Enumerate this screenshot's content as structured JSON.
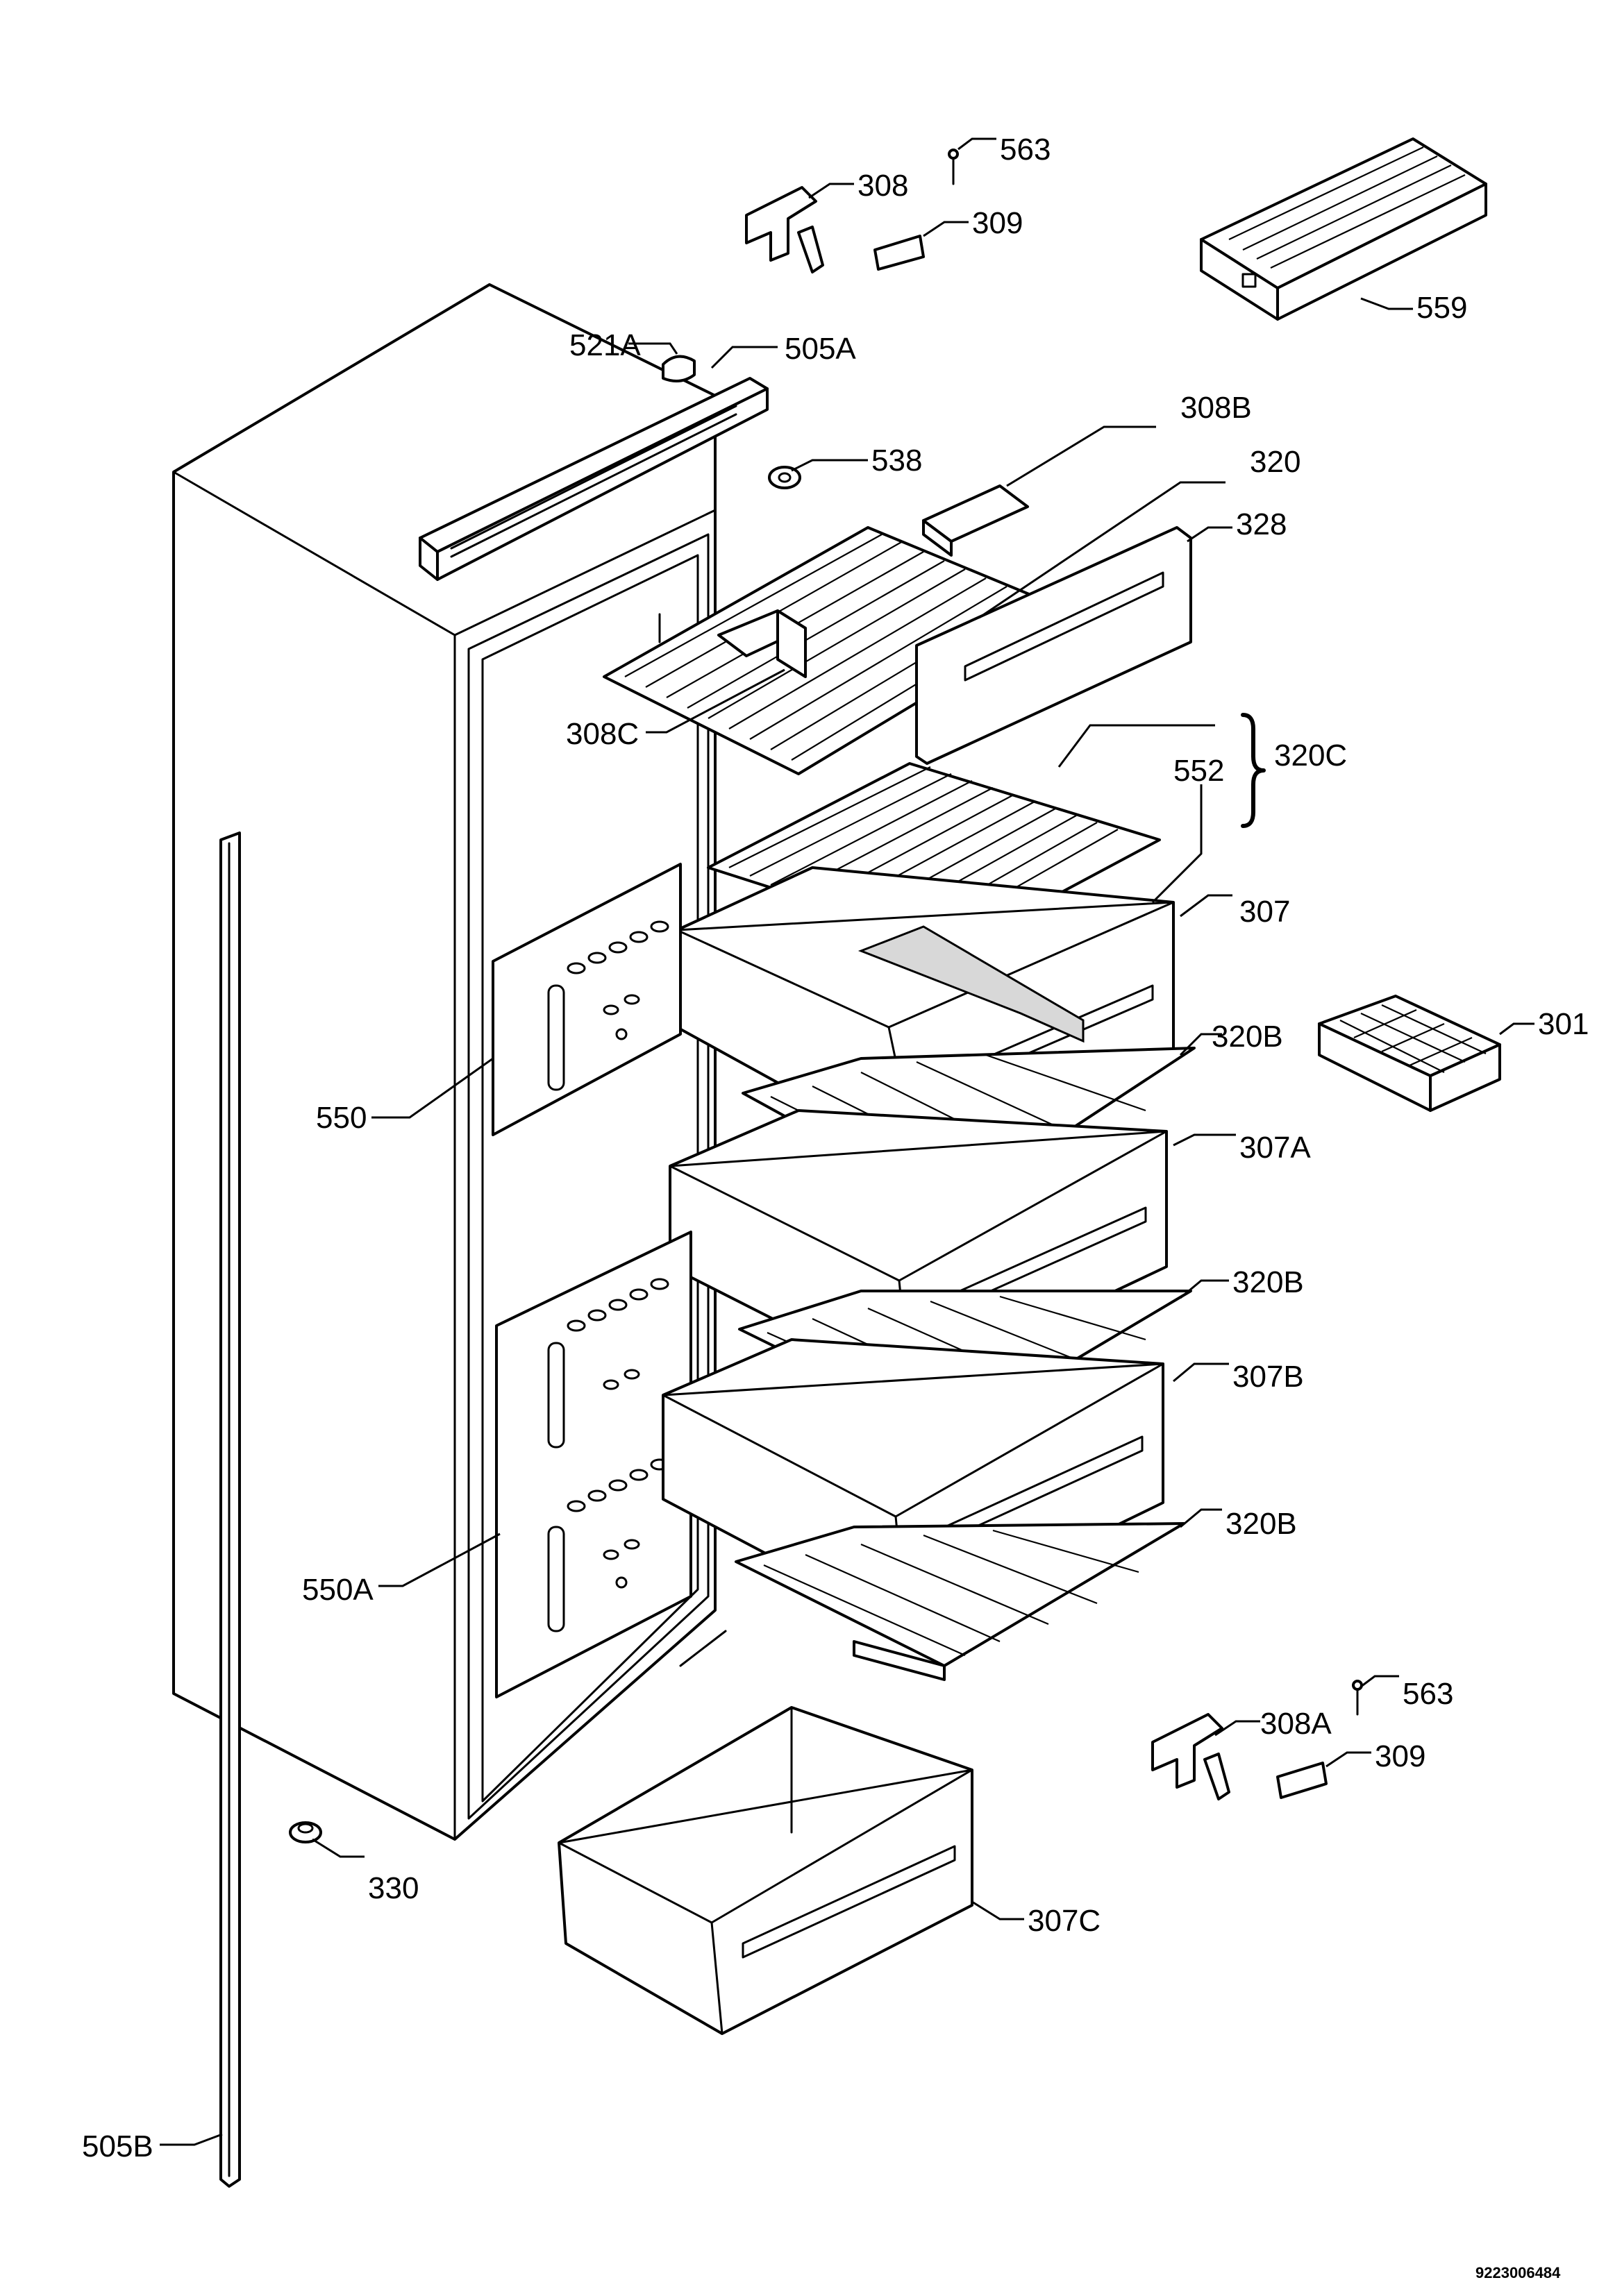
{
  "labels": {
    "l563_top": "563",
    "l308": "308",
    "l309_top": "309",
    "l559": "559",
    "l521a": "521A",
    "l505a": "505A",
    "l538": "538",
    "l308b": "308B",
    "l320": "320",
    "l328": "328",
    "l308c": "308C",
    "l320c": "320C",
    "l552": "552",
    "l307": "307",
    "l301": "301",
    "l320b_1": "320B",
    "l550": "550",
    "l307a": "307A",
    "l320b_2": "320B",
    "l307b": "307B",
    "l320b_3": "320B",
    "l550a": "550A",
    "l563_bot": "563",
    "l308a": "308A",
    "l309_bot": "309",
    "l330": "330",
    "l307c": "307C",
    "l505b": "505B"
  },
  "drawing_number": "9223006484"
}
